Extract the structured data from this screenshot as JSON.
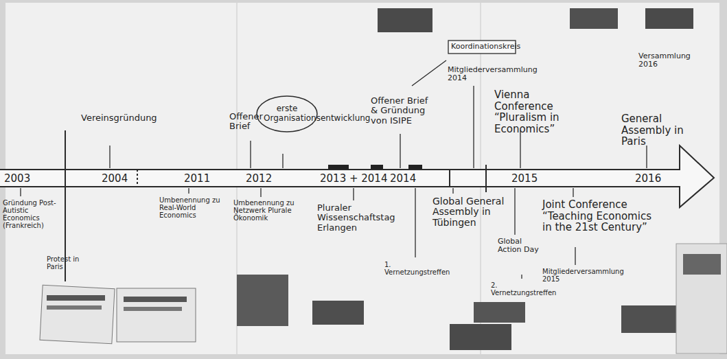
{
  "diagram": {
    "nodes": [
      {
        "text": [
          "erste Organisationsentwicklung"
        ]
      },
      {
        "text": [
          "Koordinationskreis"
        ]
      }
    ],
    "labels": [
      "2003",
      "2004",
      "2011",
      "2012",
      "2013 + 2014",
      "2014",
      "2015",
      "2016",
      "Vereinsgründung",
      "Offener Brief",
      "Offener Brief & Gründung von ISIPE",
      "Mitgliederversammlung 2014",
      "Vienna Conference “Pluralism in Economics”",
      "General Assembly in Paris",
      "Versammlung 2016",
      "Gründung Post-Autistic Economics (Frankreich)",
      "Protest in Paris",
      "Umbenennung zu Real-World Economics",
      "Umbenennung zu Netzwerk Plurale Ökonomik",
      "Pluraler Wissenschaftstag Erlangen",
      "1. Vernetzungstreffen",
      "Global General Assembly in Tübingen",
      "Global Action Day",
      "2. Vernetzungstreffen",
      "Joint Conference “Teaching Economics in the 21st Century”",
      "Mitgliederversammlung 2015"
    ]
  }
}
